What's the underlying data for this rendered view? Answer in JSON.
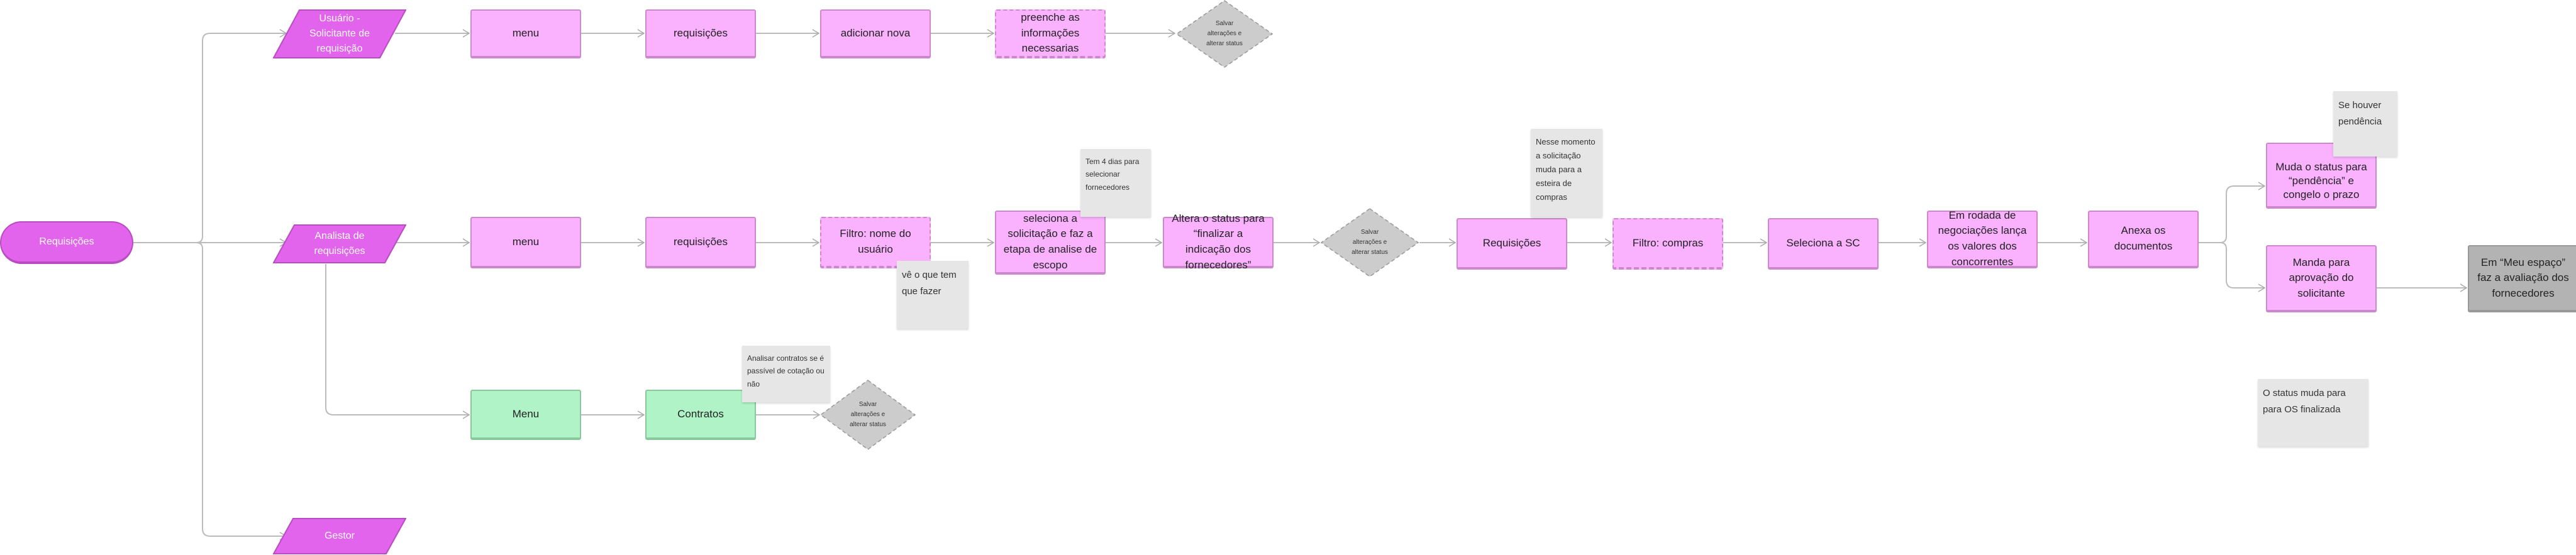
{
  "start": "Requisições",
  "actors": {
    "solicitante": "Usuário - Solicitante de requisição",
    "analista": "Analista de requisições",
    "gestor": "Gestor"
  },
  "row1": [
    "menu",
    "requisições",
    "adicionar nova",
    "preenche as informações necessarias"
  ],
  "row2": [
    "menu",
    "requisições",
    "Filtro: nome do usuário",
    "seleciona a solicitação e faz a etapa de analise de escopo",
    "Altera o status para “finalizar a indicação dos fornecedores”",
    "Requisições",
    "Filtro:  compras",
    "Seleciona a SC",
    "Em rodada de negociações lança os valores dos concorrentes",
    "Anexa os documentos",
    "Muda o status para “pendência” e congelo o prazo",
    "Manda para aprovação do solicitante",
    "Em “Meu espaço” faz a avaliação dos fornecedores"
  ],
  "row3": [
    "Menu",
    "Contratos"
  ],
  "decision": "Salvar alterações e alterar status",
  "notes": {
    "dias": "Tem 4 dias para selecionar fornecedores",
    "ve": "vê o que tem que fazer",
    "nesse": "Nesse momento a solicitação muda para a esteira de compras",
    "contratos": "Analisar contratos se é passível de cotação ou não",
    "pendencia": "Se houver pendência",
    "status": "O status muda para para OS finalizada"
  },
  "colors": {
    "step": "#fbb2fe",
    "actor": "#e263ec",
    "contract": "#aff3c6",
    "decision": "#cccccc",
    "final": "#b3b3b3",
    "note": "#e6e6e6"
  }
}
